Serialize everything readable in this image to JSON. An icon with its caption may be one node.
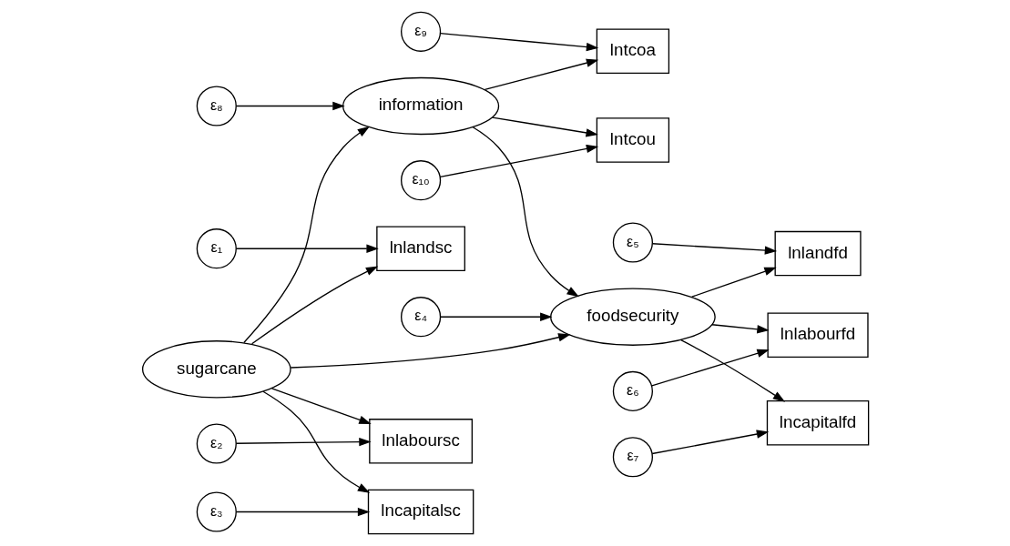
{
  "diagram": {
    "nodes": [
      {
        "text": [
          "ε₉"
        ]
      },
      {
        "text": [
          "ε₁₀"
        ]
      },
      {
        "text": [
          "lntcoa"
        ]
      },
      {
        "text": [
          "lntcou"
        ]
      },
      {
        "text": [
          "ε₁"
        ]
      },
      {
        "text": [
          "lnlandsc"
        ]
      },
      {
        "text": [
          "information"
        ]
      },
      {
        "text": [
          "ε₈"
        ]
      },
      {
        "text": [
          "lnlandfd"
        ]
      },
      {
        "text": [
          "ε₅"
        ]
      },
      {
        "text": [
          "ε₂"
        ]
      },
      {
        "text": [
          "lnlaboursc"
        ]
      },
      {
        "text": [
          "sugarcane"
        ]
      },
      {
        "text": [
          "foodsecurity"
        ]
      },
      {
        "text": [
          "ε₄"
        ]
      },
      {
        "text": [
          "lnlabourfd"
        ]
      },
      {
        "text": [
          "ε₆"
        ]
      },
      {
        "text": [
          "ε₃"
        ]
      },
      {
        "text": [
          "lncapitalsc"
        ]
      },
      {
        "text": [
          "lncapitalfd"
        ]
      },
      {
        "text": [
          "ε₇"
        ]
      }
    ],
    "edges": [
      {
        "from": 0,
        "to": 2,
        "arrow": "to"
      },
      {
        "from": 1,
        "to": 3,
        "arrow": "to"
      },
      {
        "from": 6,
        "to": 2,
        "arrow": "to"
      },
      {
        "from": 6,
        "to": 3,
        "arrow": "to"
      },
      {
        "from": 4,
        "to": 5,
        "arrow": "to"
      },
      {
        "from": 12,
        "to": 5,
        "arrow": "to"
      },
      {
        "from": 7,
        "to": 6,
        "arrow": "to"
      },
      {
        "from": 12,
        "to": 6,
        "arrow": "to"
      },
      {
        "from": 9,
        "to": 8,
        "arrow": "to"
      },
      {
        "from": 13,
        "to": 8,
        "arrow": "to"
      },
      {
        "from": 10,
        "to": 11,
        "arrow": "to"
      },
      {
        "from": 12,
        "to": 11,
        "arrow": "to"
      },
      {
        "from": 12,
        "to": 13,
        "arrow": "to"
      },
      {
        "from": 6,
        "to": 13,
        "arrow": "to"
      },
      {
        "from": 14,
        "to": 13,
        "arrow": "to"
      },
      {
        "from": 13,
        "to": 15,
        "arrow": "to"
      },
      {
        "from": 16,
        "to": 15,
        "arrow": "to"
      },
      {
        "from": 17,
        "to": 18,
        "arrow": "to"
      },
      {
        "from": 12,
        "to": 18,
        "arrow": "to"
      },
      {
        "from": 13,
        "to": 19,
        "arrow": "to"
      },
      {
        "from": 20,
        "to": 19,
        "arrow": "to"
      }
    ]
  }
}
